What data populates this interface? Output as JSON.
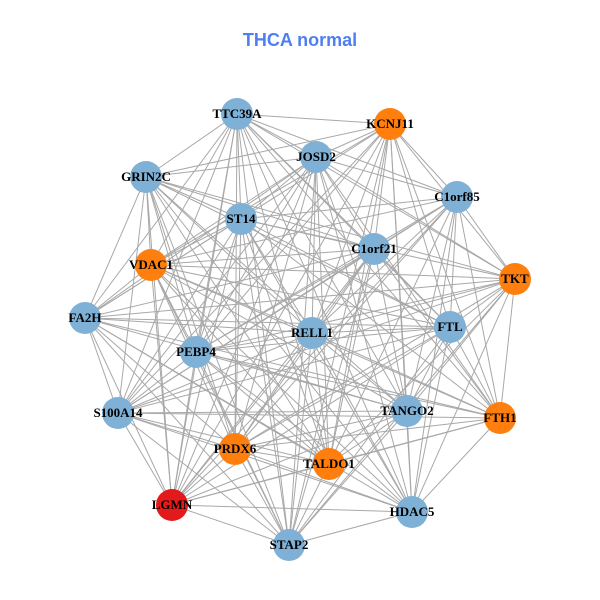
{
  "title": "THCA normal",
  "colors": {
    "blue": "#7fb1d6",
    "orange": "#ff7f0e",
    "red": "#e31a1c",
    "edge": "#a8a8a8"
  },
  "nodes": [
    {
      "id": "TTC39A",
      "group": "blue"
    },
    {
      "id": "KCNJ11",
      "group": "orange"
    },
    {
      "id": "JOSD2",
      "group": "blue"
    },
    {
      "id": "GRIN2C",
      "group": "blue"
    },
    {
      "id": "C1orf85",
      "group": "blue"
    },
    {
      "id": "ST14",
      "group": "blue"
    },
    {
      "id": "C1orf21",
      "group": "blue"
    },
    {
      "id": "VDAC1",
      "group": "orange"
    },
    {
      "id": "TKT",
      "group": "orange"
    },
    {
      "id": "FA2H",
      "group": "blue"
    },
    {
      "id": "FTL",
      "group": "blue"
    },
    {
      "id": "RELL1",
      "group": "blue"
    },
    {
      "id": "PEBP4",
      "group": "blue"
    },
    {
      "id": "S100A14",
      "group": "blue"
    },
    {
      "id": "TANGO2",
      "group": "blue"
    },
    {
      "id": "FTH1",
      "group": "orange"
    },
    {
      "id": "PRDX6",
      "group": "orange"
    },
    {
      "id": "TALDO1",
      "group": "orange"
    },
    {
      "id": "LGMN",
      "group": "red"
    },
    {
      "id": "HDAC5",
      "group": "blue"
    },
    {
      "id": "STAP2",
      "group": "blue"
    }
  ]
}
